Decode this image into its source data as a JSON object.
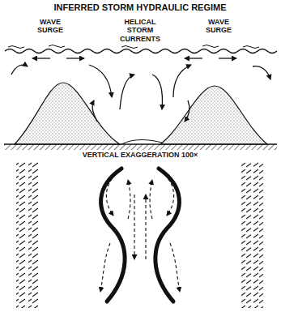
{
  "diagram": {
    "title": "INFERRED STORM HYDRAULIC REGIME",
    "labels": [
      "WAVE SURGE",
      "HELICAL STORM CURRENTS",
      "WAVE SURGE",
      "VERTICAL EXAGGERATION 100×"
    ]
  }
}
